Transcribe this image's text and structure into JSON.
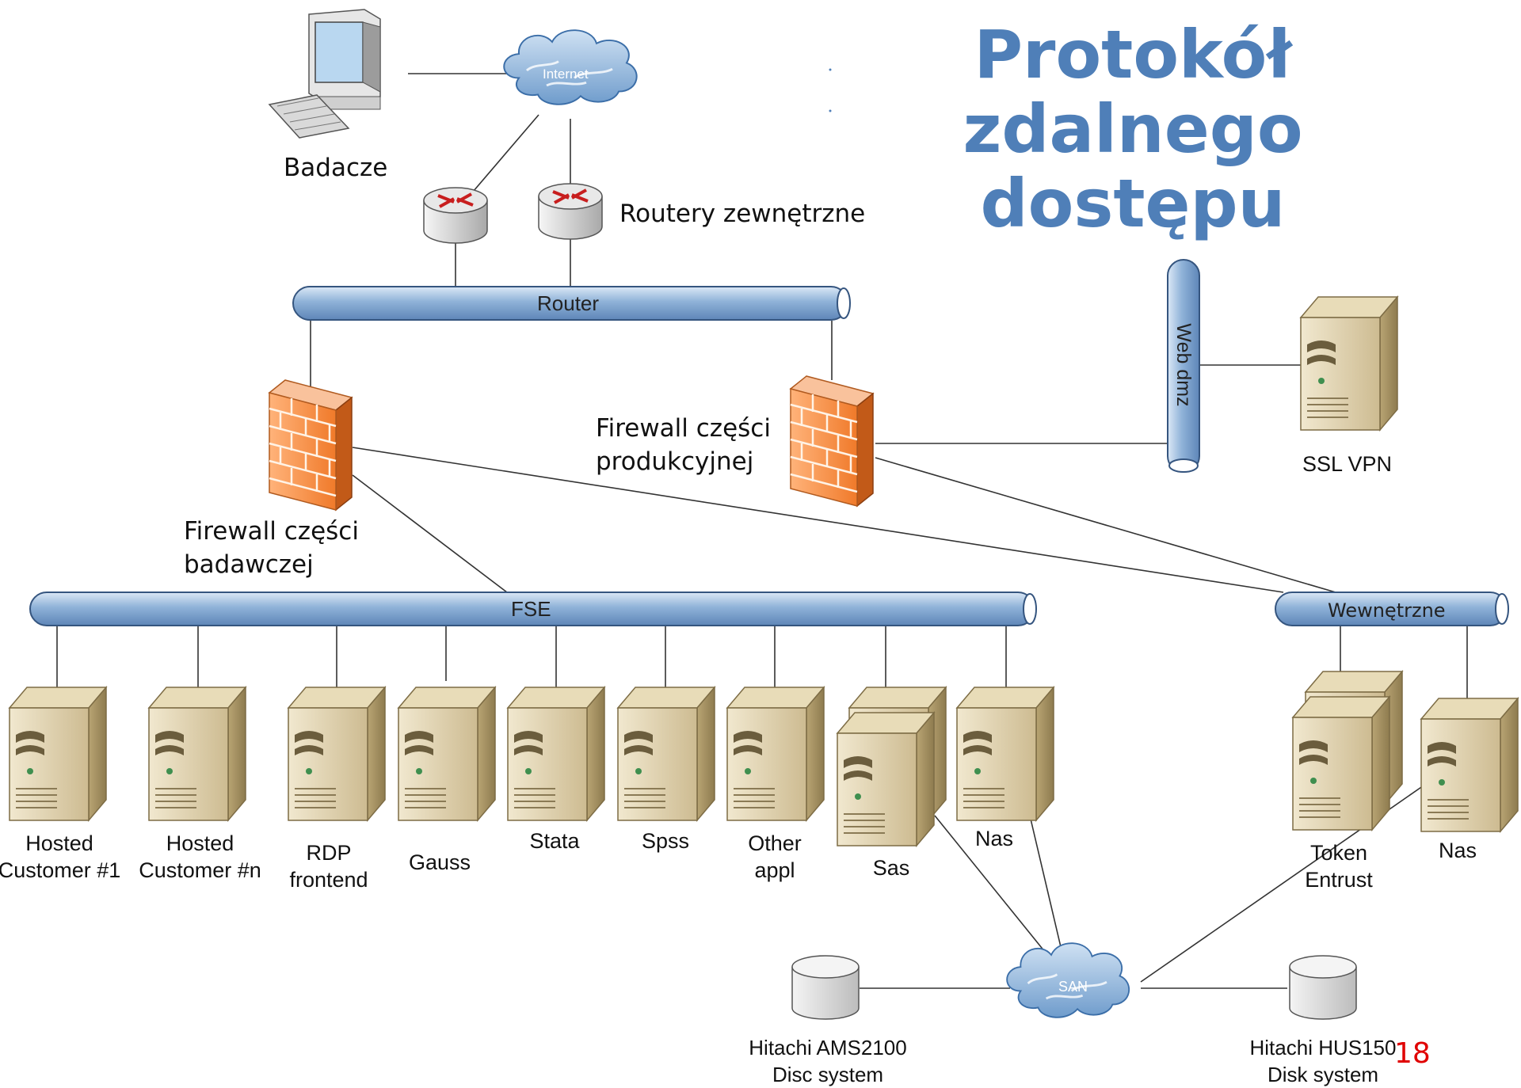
{
  "slide": {
    "title": "Protokół zdalnego dostępu",
    "page_number": "18"
  },
  "buses": {
    "router": "Router",
    "fse": "FSE",
    "internal": "Wewnętrzne",
    "web_dmz": "Web dmz"
  },
  "clouds": {
    "internet": "Internet",
    "san": "SAN"
  },
  "labels": {
    "researchers": "Badacze",
    "external_routers": "Routery zewnętrzne",
    "firewall_research_1": "Firewall części",
    "firewall_research_2": "badawczej",
    "firewall_production_1": "Firewall części",
    "firewall_production_2": "produkcyjnej",
    "ssl_vpn": "SSL VPN"
  },
  "servers": [
    {
      "line1": "Hosted",
      "line2": "Customer #1"
    },
    {
      "line1": "Hosted",
      "line2": "Customer #n"
    },
    {
      "line1": "RDP",
      "line2": "frontend"
    },
    {
      "line1": "Gauss",
      "line2": ""
    },
    {
      "line1": "Stata",
      "line2": ""
    },
    {
      "line1": "Spss",
      "line2": ""
    },
    {
      "line1": "Other",
      "line2": "appl"
    },
    {
      "line1": "Sas",
      "line2": ""
    },
    {
      "line1": "Nas",
      "line2": ""
    }
  ],
  "internal_servers": [
    {
      "line1": "Token",
      "line2": "Entrust"
    },
    {
      "line1": "Nas",
      "line2": ""
    }
  ],
  "storage": [
    {
      "line1": "Hitachi AMS2100",
      "line2": "Disc system"
    },
    {
      "line1": "Hitachi HUS150",
      "line2": "Disk system"
    }
  ]
}
